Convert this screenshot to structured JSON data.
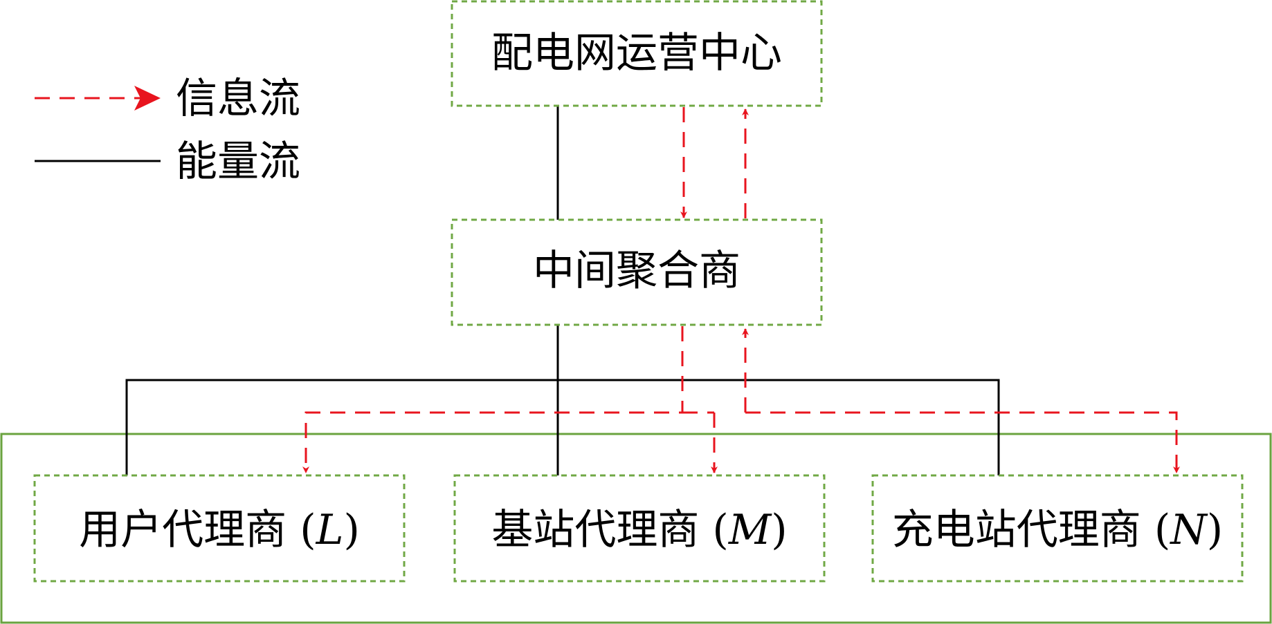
{
  "legend": {
    "info_flow_label": "信息流",
    "energy_flow_label": "能量流"
  },
  "nodes": {
    "operation_center": "配电网运营中心",
    "aggregator": "中间聚合商",
    "user_agent": {
      "name": "用户代理商",
      "open": " (",
      "var": "L",
      "close": ")"
    },
    "base_station_agent": {
      "name": "基站代理商",
      "open": " (",
      "var": "M",
      "close": ")"
    },
    "charging_agent": {
      "name": "充电站代理商",
      "open": " (",
      "var": "N",
      "close": ")"
    }
  },
  "colors": {
    "info_flow": "#e8141e",
    "energy_flow": "#000000",
    "box_border": "#70a845",
    "outer_border": "#6aa33f"
  }
}
